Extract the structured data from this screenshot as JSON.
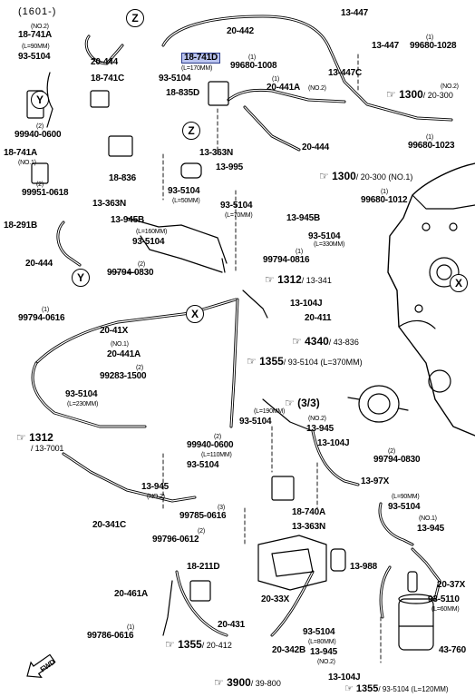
{
  "header_code": "(1601-)",
  "circle_markers": [
    "Z",
    "Y",
    "X"
  ],
  "highlight_part": "18-741D",
  "fwd_label": "FWD",
  "labels": {
    "l1447a": "13-447",
    "l1447b": "13-447",
    "l1447c": "13-447C",
    "l20442": "20-442",
    "l99680_1028": "99680-1028",
    "l99680_1008": "99680-1008",
    "l99680_1023": "99680-1023",
    "l99680_1012": "99680-1012",
    "q1a": "(1)",
    "q1b": "(1)",
    "q1c": "(1)",
    "q1d": "(1)",
    "q1e": "(1)",
    "no2a": "(NO.2)",
    "l18741a": "18-741A",
    "l90mm_a": "(L=90MM)",
    "l93_5104a": "93-5104",
    "l20444a": "20-444",
    "l18741c": "18-741C",
    "l170mm": "(L=170MM)",
    "l93_5104b": "93-5104",
    "l18835d": "18-835D",
    "l20441a_no2": "20-441A",
    "no2b": "(NO.2)",
    "q2a": "(2)",
    "l99940_0600a": "99940-0600",
    "l18741a2": "18-741A",
    "no1a": "(NO.1)",
    "l13363na": "13-363N",
    "l20444b": "20-444",
    "l13995": "13-995",
    "l18836": "18-836",
    "q2b": "(2)",
    "l99951_0618": "99951-0618",
    "l93_5104c": "93-5104",
    "l50mm": "(L=50MM)",
    "l13363nb": "13-363N",
    "l93_5104d": "93-5104",
    "l70mm": "(L=70MM)",
    "l13945b_a": "13-945B",
    "l13945b_b": "13-945B",
    "l18291b": "18-291B",
    "l160mm": "(L=160MM)",
    "l93_5104e": "93-5104",
    "l93_5104f": "93-5104",
    "l330mm": "(L=330MM)",
    "l20444c": "20-444",
    "q2c": "(2)",
    "l99794_0830a": "99794-0830",
    "q1f": "(1)",
    "l99794_0816a": "99794-0816",
    "l13104j": "13-104J",
    "l20411": "20-411",
    "q1g": "(1)",
    "l99794_0616": "99794-0616",
    "l2041x": "20-41X",
    "no1b": "(NO.1)",
    "l20441a": "20-441A",
    "q2d": "(2)",
    "l99283_1500": "99283-1500",
    "l93_5104g": "93-5104",
    "l230mm": "(L=230MM)",
    "l190mm": "(L=190MM)",
    "l93_5104h": "93-5104",
    "no2c": "(NO.2)",
    "l13945a": "13-945",
    "l13104j_b": "13-104J",
    "q2e": "(2)",
    "l99794_0830b": "99794-0830",
    "q2f": "(2)",
    "l99940_0600b": "99940-0600",
    "l110mm": "(L=110MM)",
    "l93_5104i": "93-5104",
    "l1397x": "13-97X",
    "l13945c": "13-945",
    "no2d": "(NO.2)",
    "q3": "(3)",
    "l99785_0616": "99785-0616",
    "l18740a": "18-740A",
    "l13363nc": "13-363N",
    "l20341c": "20-341C",
    "q2g": "(2)",
    "l99796_0612": "99796-0612",
    "l90mm_b": "(L=90MM)",
    "l93_5104j": "93-5104",
    "no1c": "(NO.1)",
    "l13945d": "13-945",
    "l18211d": "18-211D",
    "l13988": "13-988",
    "l2037x": "20-37X",
    "l20461a": "20-461A",
    "l2033x": "20-33X",
    "l93_5110": "93-5110",
    "l60mm": "(L=60MM)",
    "l20431": "20-431",
    "q1h": "(1)",
    "l99786_0616": "99786-0616",
    "l93_5104k": "93-5104",
    "l80mm": "(L=80MM)",
    "l20342b": "20-342B",
    "l13945e": "13-945",
    "no2e": "(NO.2)",
    "l43760": "43-760",
    "l13104j_c": "13-104J"
  },
  "refs": {
    "r1300a_main": "1300",
    "r1300a_sub": "/ 20-300",
    "r1300a_note": "(NO.2)",
    "r1300b_main": "1300",
    "r1300b_sub": "/ 20-300 (NO.1)",
    "r1312a_main": "1312",
    "r1312a_sub": "/ 13-341",
    "r4340_main": "4340",
    "r4340_sub": "/ 43-836",
    "r1355a_main": "1355",
    "r1355a_sub": "/ 93-5104 (L=370MM)",
    "r33_main": "(3/3)",
    "r1312b_main": "1312",
    "r1312b_sub": "/ 13-7001",
    "r1355b_main": "1355",
    "r1355b_sub": "/ 20-412",
    "r3900_main": "3900",
    "r3900_sub": "/ 39-800",
    "r1355c_main": "1355",
    "r1355c_sub": "/ 93-5104 (L=120MM)"
  }
}
